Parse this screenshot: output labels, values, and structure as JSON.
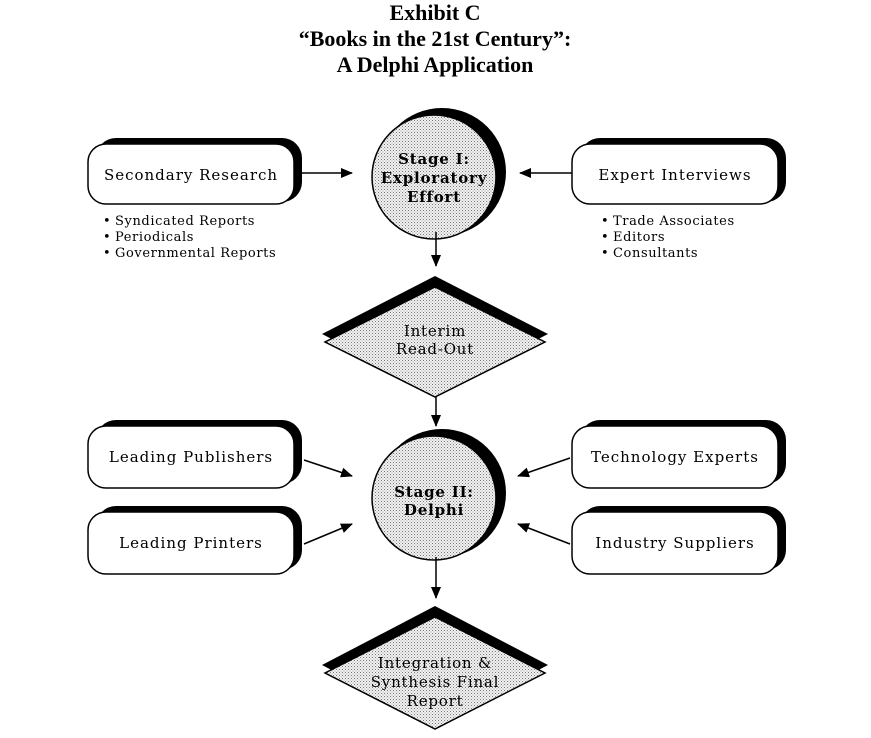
{
  "title": {
    "line1": "Exhibit C",
    "line2": "“Books in the 21st Century”:",
    "line3": "A Delphi Application"
  },
  "secondary_research": {
    "label": "Secondary Research",
    "bullets": [
      "Syndicated Reports",
      "Periodicals",
      "Governmental Reports"
    ]
  },
  "expert_interviews": {
    "label": "Expert Interviews",
    "bullets": [
      "Trade Associates",
      "Editors",
      "Consultants"
    ]
  },
  "stage1": {
    "lines": [
      "Stage I:",
      "Exploratory",
      "Effort"
    ]
  },
  "interim": {
    "lines": [
      "Interim",
      "Read-Out"
    ]
  },
  "leading_publishers": {
    "label": "Leading Publishers"
  },
  "leading_printers": {
    "label": "Leading Printers"
  },
  "technology_experts": {
    "label": "Technology Experts"
  },
  "industry_suppliers": {
    "label": "Industry Suppliers"
  },
  "stage2": {
    "lines": [
      "Stage II:",
      "Delphi"
    ]
  },
  "final": {
    "lines": [
      "Integration &",
      "Synthesis Final",
      "Report"
    ]
  },
  "bullet_glyph": "•"
}
